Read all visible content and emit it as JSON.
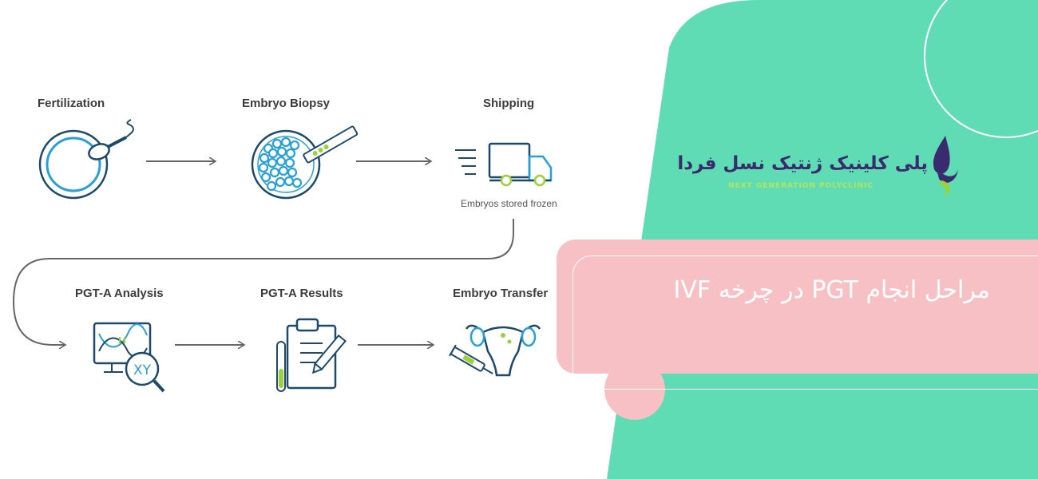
{
  "steps": [
    {
      "label": "Fertilization",
      "icon": "fertilization-icon"
    },
    {
      "label": "Embryo Biopsy",
      "icon": "embryo-biopsy-icon"
    },
    {
      "label": "Shipping",
      "icon": "shipping-truck-icon",
      "note": "Embryos stored frozen"
    },
    {
      "label": "PGT-A Analysis",
      "icon": "dna-analysis-icon"
    },
    {
      "label": "PGT-A Results",
      "icon": "clipboard-results-icon"
    },
    {
      "label": "Embryo Transfer",
      "icon": "uterus-transfer-icon"
    }
  ],
  "brand": {
    "name_fa": "پلی کلینیک ژنتیک نسل فردا",
    "name_en": "NEXT GENERATION POLYCLINIC",
    "logo_icon": "clinic-logo-icon"
  },
  "banner": {
    "title": "مراحل انجام PGT در چرخه IVF"
  },
  "colors": {
    "mint": "#5fdcb4",
    "pink": "#f7c0c4",
    "icon_dark": "#1d4a6a",
    "icon_blue": "#27a0d8",
    "accent_green": "#9bd23c",
    "arrow_gray": "#666666"
  }
}
